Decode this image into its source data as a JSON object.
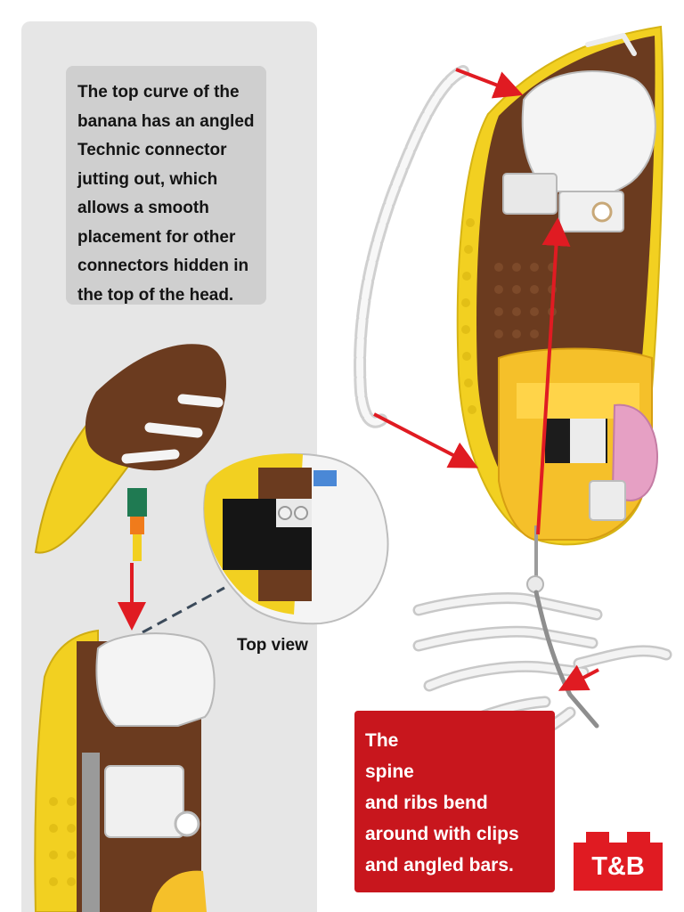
{
  "callouts": {
    "top_curve": [
      "The top curve of the",
      "banana has an angled",
      "Technic connector",
      "jutting out, which",
      "allows a smooth",
      "placement for other",
      "connectors hidden in",
      "the top of the head."
    ],
    "spine": [
      "The",
      "spine",
      "and ribs bend",
      "around with clips",
      "and angled bars."
    ]
  },
  "labels": {
    "top_view": "Top view"
  },
  "brand": {
    "logo_text": "T&B"
  },
  "colors": {
    "panel": "#e6e6e6",
    "callout_gray": "#cfcfcf",
    "callout_red": "#c8161d",
    "arrow": "#e01b22",
    "banana_yellow": "#f2d021",
    "banana_brown": "#6b3b1f",
    "bone_white": "#f4f4f4",
    "pink": "#e6a0c4"
  }
}
